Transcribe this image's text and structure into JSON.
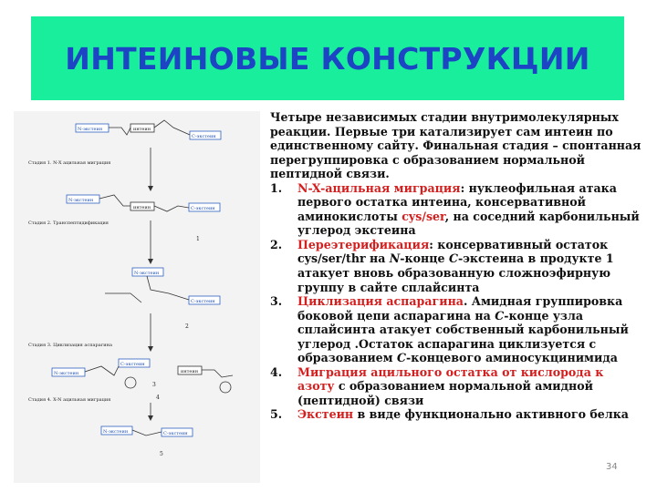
{
  "title": "ИНТЕИНОВЫЕ КОНСТРУКЦИИ",
  "intro": "Четыре независимых стадии внутримолекулярных реакции. Первые три катализирует сам интеин по единственному сайту. Финальная стадия – спонтанная перегруппировка с образованием нормальной пептидной связи.",
  "steps": [
    {
      "num": "1.",
      "head": "N-X-ацильная миграция",
      "p1": ": нуклеофильная атака первого остатка интеина, консервативной аминокислоты ",
      "hl": "cys/ser",
      "p2": ", на соседний карбонильный углерод экстеина"
    },
    {
      "num": "2.",
      "head": "Переэтерификация",
      "p1": ": консервативный остаток cys/ser/thr на ",
      "i1": "N",
      "p2": "-конце ",
      "i2": "С",
      "p3": "-экстеина в продукте 1 атакует вновь образованную сложноэфирную группу в сайте сплайсинта"
    },
    {
      "num": "3.",
      "head": "Циклизация аспарагина",
      "p1": ". Амидная  группировка боковой цепи аспарагина на ",
      "i1": "С",
      "p2": "-конце узла сплайсинта атакует собственный карбонильный углерод .Остаток аспарагина циклизуется с образованием ",
      "i2": "С",
      "p3": "-концевого аминосукцинимида"
    },
    {
      "num": "4.",
      "head": "Миграция ацильного остатка от кислорода к азоту",
      "p1": " с образованием нормальной амидной (пептидной) связи"
    },
    {
      "num": "5.",
      "head": "Экстеин",
      "p1": " в виде функционально активного белка"
    }
  ],
  "page_number": "34",
  "diagram": {
    "labels": {
      "n_extein": "N-экстеин",
      "c_extein": "C-экстеин",
      "intein": "интеин",
      "c_extein2": "C-экстеин",
      "stage1": "Стадия 1. N-X ацильная миграция",
      "stage2": "Стадия 2. Транспептидификация",
      "stage3": "Стадия 3. Циклизация аспарагина",
      "stage4": "Стадия 4. X-N ацильная миграция"
    },
    "products": [
      "1",
      "2",
      "3",
      "4",
      "5"
    ]
  }
}
